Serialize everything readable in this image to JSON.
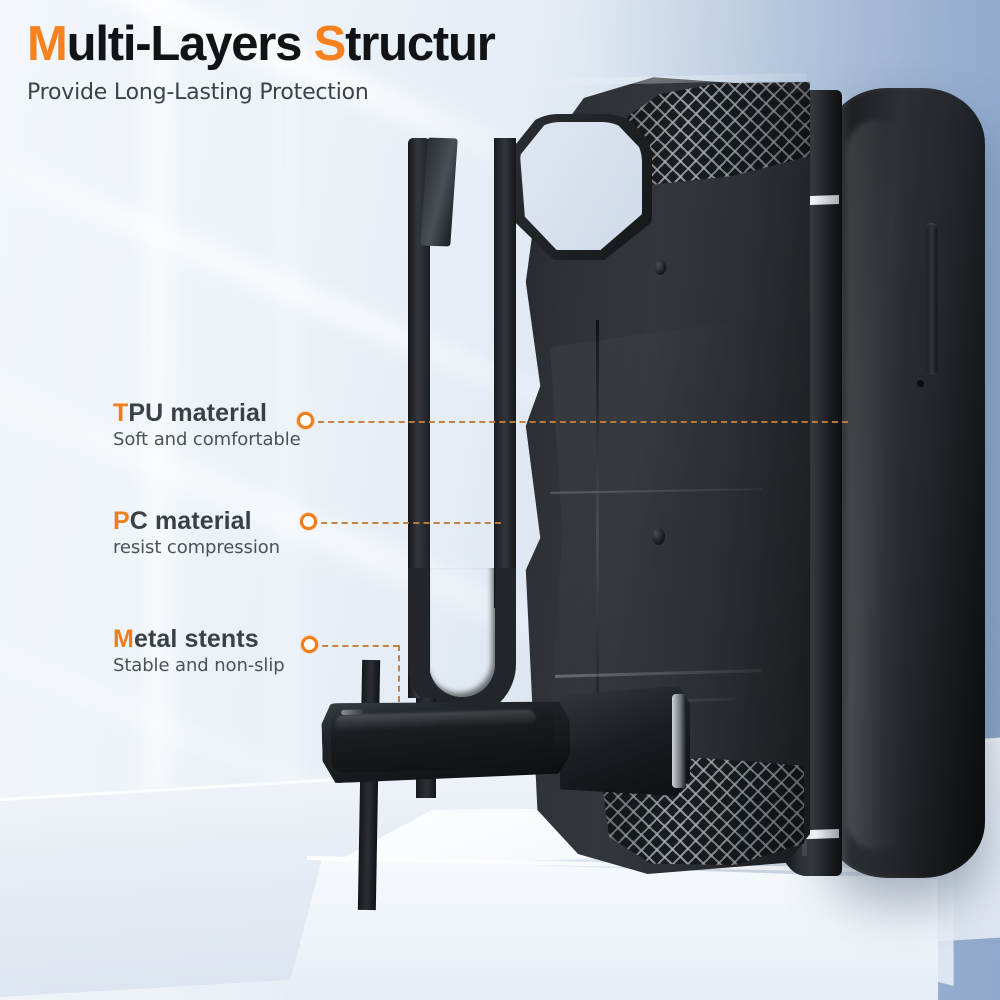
{
  "header": {
    "title_highlight_1": "M",
    "title_part_1": "ulti-Layers ",
    "title_highlight_2": "S",
    "title_part_2": "tructur",
    "subtitle": "Provide Long-Lasting Protection"
  },
  "colors": {
    "accent_orange": "#F5821F",
    "label_orange": "#F07D18",
    "dash_line": "#C07E3C",
    "title_dark": "#111316",
    "body_dark": "#3b4046",
    "background_light": "#f2f6fa",
    "background_blue": "#a9bdd8",
    "product_black": "#2b2f33"
  },
  "callouts": [
    {
      "highlight": "T",
      "title_rest": "PU material",
      "subtitle": "Soft and comfortable",
      "marker": "callout-dot",
      "line": "straight"
    },
    {
      "highlight": "P",
      "title_rest": "C material",
      "subtitle": "resist compression",
      "marker": "callout-dot",
      "line": "straight"
    },
    {
      "highlight": "M",
      "title_rest": "etal stents",
      "subtitle": "Stable and non-slip",
      "marker": "callout-dot",
      "line": "elbow"
    }
  ],
  "product": {
    "name": "rugged-phone-case",
    "layers": [
      "metal-stent-bracket",
      "pc-hard-back-plate",
      "tpu-soft-shell"
    ]
  },
  "scene": {
    "pedestal": "white-display-pedestal",
    "lighting": "diagonal-window-light-streaks"
  }
}
